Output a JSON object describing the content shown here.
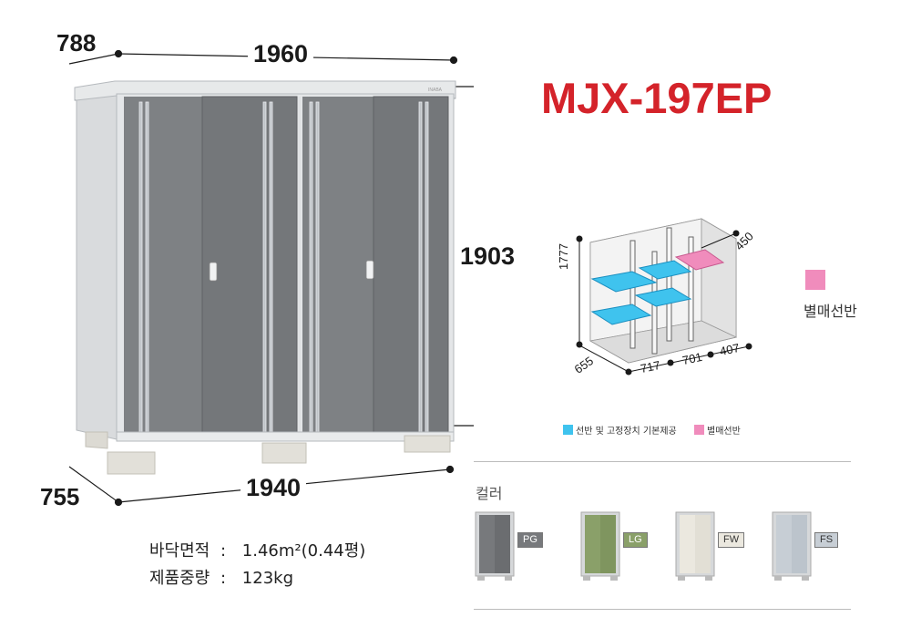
{
  "product": {
    "model": "MJX-197EP",
    "dimensions": {
      "top_depth": "788",
      "top_width": "1960",
      "height": "1903",
      "bottom_width": "1940",
      "bottom_depth": "755"
    }
  },
  "interior": {
    "height": "1777",
    "depth": "655",
    "shelf_depth": "450",
    "widths": [
      "717",
      "701",
      "407"
    ]
  },
  "legend": {
    "blue_label": "선반 및 고정장치 기본제공",
    "pink_label": "별매선반",
    "pink_note": "별매선반",
    "colors": {
      "blue": "#3fc3ee",
      "pink": "#f08cbc",
      "title_red": "#d4232a"
    }
  },
  "specs": {
    "floor_area_label": "바닥면적",
    "floor_area_value": "1.46m²(0.44평)",
    "weight_label": "제품중량",
    "weight_value": "123kg",
    "separator": ":"
  },
  "colors_section": {
    "title": "컬러",
    "options": [
      {
        "code": "PG",
        "door": "#77797c",
        "frame": "#d6d8da"
      },
      {
        "code": "LG",
        "door": "#8aa069",
        "frame": "#d6d8da"
      },
      {
        "code": "FW",
        "door": "#ebe8df",
        "frame": "#d6d8da"
      },
      {
        "code": "FS",
        "door": "#c7ced5",
        "frame": "#d6d8da"
      }
    ]
  }
}
